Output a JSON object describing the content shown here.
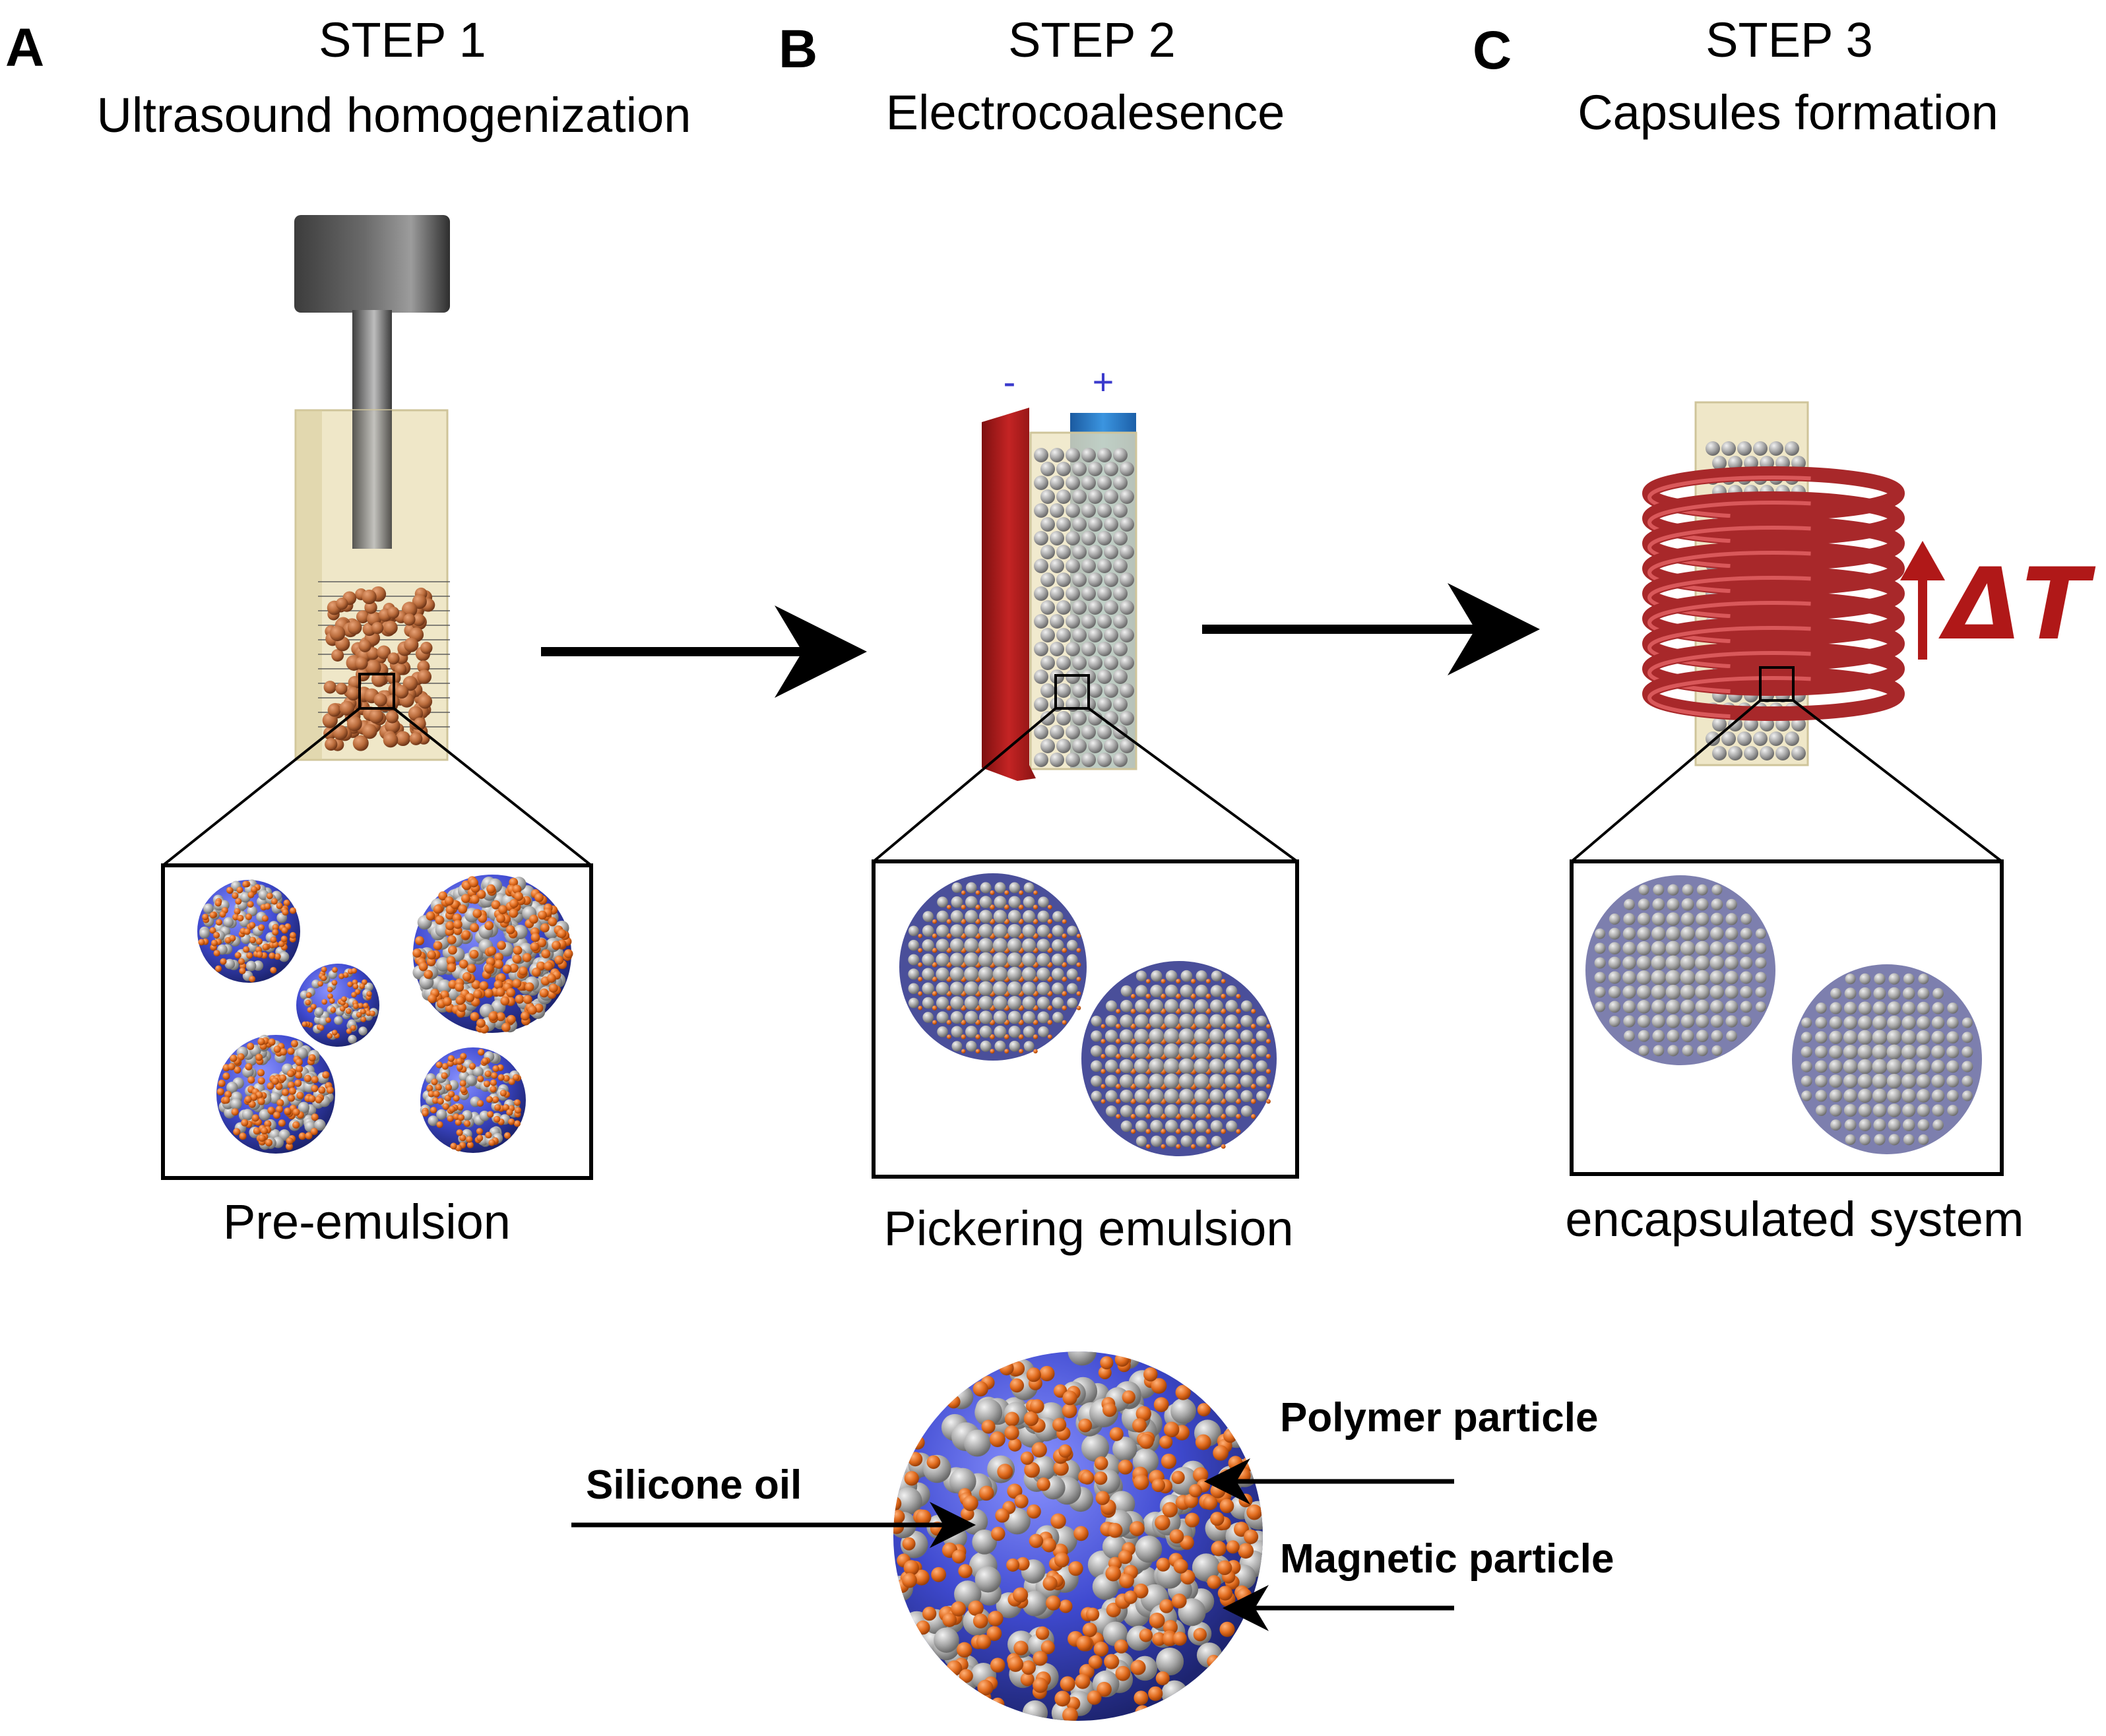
{
  "panels": [
    {
      "letter": "A",
      "step": "STEP 1",
      "title": "Ultrasound homogenization",
      "caption": "Pre-emulsion"
    },
    {
      "letter": "B",
      "step": "STEP 2",
      "title": "Electrocoalesence",
      "caption": "Pickering emulsion"
    },
    {
      "letter": "C",
      "step": "STEP 3",
      "title": "Capsules formation",
      "caption": "encapsulated system"
    }
  ],
  "electrodes": {
    "negative": "-",
    "positive": "+"
  },
  "heating_label": "ΔT",
  "legend": {
    "silicone_oil": "Silicone oil",
    "polymer_particle": "Polymer particle",
    "magnetic_particle": "Magnetic particle"
  },
  "colors": {
    "oil": "#4a55d8",
    "polymer": "#9a9a9a",
    "magnetic": "#e06a1c",
    "container": "#ece3be",
    "negative_electrode": "#b51e1e",
    "positive_electrode": "#2a7fd0",
    "coil": "#c0393b",
    "heat_arrow": "#b01818"
  }
}
